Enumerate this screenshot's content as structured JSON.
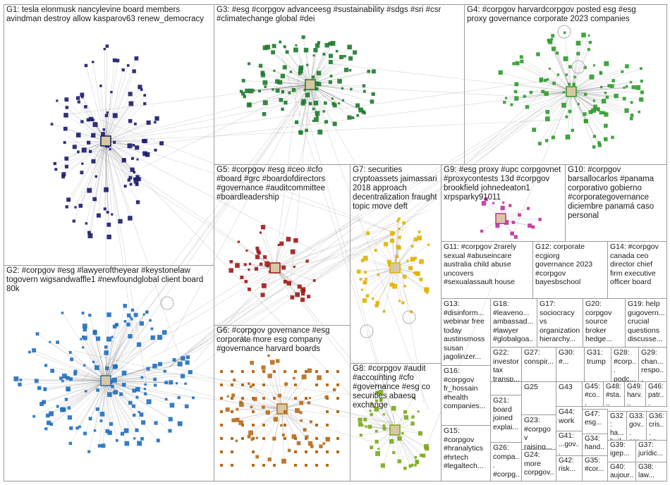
{
  "groups": [
    {
      "id": "g1",
      "label": "G1: tesla elonmusk nancylevine board members\navindman destroy allow kasparov63 renew_democracy"
    },
    {
      "id": "g3",
      "label": "G3: #esg #corpgov advanceesg #sustainability #sdgs #sri #csr\n#climatechange global #dei"
    },
    {
      "id": "g4",
      "label": "G4: #corpgov harvardcorpgov posted esg #esg\nproxy governance corporate 2023 companies"
    },
    {
      "id": "g5",
      "label": "G5: #corpgov #esg #ceo #cfo\n#board #grc #boardofdirectors\n#governance #auditcommittee\n#boardleadership"
    },
    {
      "id": "g7",
      "label": "G7: securities\ncryptoassets jaimassari\n2018 approach\ndecentralization fraught\ntopic move deft"
    },
    {
      "id": "g9",
      "label": "G9: #esg proxy #upc corpgovnet\n#proxycontests 13d #corpgov\nbrookfield johnedeaton1\nxrpsparky91011"
    },
    {
      "id": "g10",
      "label": "G10: #corpgov\nbarsallocarlos #panama\ncorporativo gobierno\n#corporategovernance\ndiciembre panamá caso\npersonal"
    },
    {
      "id": "g2",
      "label": "G2: #corpgov #esg #lawyeroftheyear #keystonelaw\ntogovern wigsandwaffle1 #newfoundglobal client board\n80k"
    },
    {
      "id": "g6",
      "label": "G6: #corpgov governance #esg\ncorporate more esg company\n#governance harvard boards"
    },
    {
      "id": "g11",
      "label": "G11: #corpgov 2rarely\nsexual #abuseincare\naustralia child abuse\nuncovers\n#sexualassault house"
    },
    {
      "id": "g12",
      "label": "G12: corporate\necgiorg\ngovernance 2023\n#corpgov\nbayesbschool"
    },
    {
      "id": "g14",
      "label": "G14: #corpgov\ncanada ceo\ndirector chief\nfirm executive\nofficer board"
    },
    {
      "id": "g13",
      "label": "G13:\n#disinform...\nwebinar free\ntoday\naustinsmoss\nsusan\njagolinzer..."
    },
    {
      "id": "g18",
      "label": "G18:\n#leaveno...\nambassad...\n#lawyer\n#globalgoa..."
    },
    {
      "id": "g17",
      "label": "G17:\nsociocracy\nvs\norganization\nhierarchy..."
    },
    {
      "id": "g20",
      "label": "G20:\ncorpgov\nsource\nbroker\nhedge..."
    },
    {
      "id": "g19",
      "label": "G19: help\ngugovern...\ncrucial\nquestions\ndiscusse..."
    },
    {
      "id": "g22",
      "label": "G22:\ninvestor\ntax\ntransp..."
    },
    {
      "id": "g27",
      "label": "G27:\nconspir..."
    },
    {
      "id": "g30",
      "label": "G30:\n#..."
    },
    {
      "id": "g31",
      "label": "G31:\ntrump"
    },
    {
      "id": "g28",
      "label": "G28:\n#corp...\npodc..."
    },
    {
      "id": "g29",
      "label": "G29:\nchan...\nrespo..."
    },
    {
      "id": "g16",
      "label": "G16:\n#corpgov\nfr_hossain\n#health\ncompanies..."
    },
    {
      "id": "g25",
      "label": "G25"
    },
    {
      "id": "g43",
      "label": "G43"
    },
    {
      "id": "g45",
      "label": "G45:\n#co..."
    },
    {
      "id": "g48",
      "label": "G48:\n#sta..."
    },
    {
      "id": "g49",
      "label": "G49:\nharv..."
    },
    {
      "id": "g46",
      "label": "G46:\npatr..."
    },
    {
      "id": "g21",
      "label": "G21:\nboard\njoined\nexplai..."
    },
    {
      "id": "g44",
      "label": "G44:\nwork"
    },
    {
      "id": "g47",
      "label": "G47:\nesg..."
    },
    {
      "id": "g32",
      "label": "G32:\nha...\nbuil..."
    },
    {
      "id": "g33",
      "label": "G33:\ngov...\ncor..."
    },
    {
      "id": "g36",
      "label": "G36:\ncris...\nco..."
    },
    {
      "id": "g15",
      "label": "G15:\n#corpgov\n#hranalytics\n#hrtech\n#legaltech..."
    },
    {
      "id": "g23",
      "label": "G23:\n#corpgov\nraising..."
    },
    {
      "id": "g41",
      "label": "G41:\n...gov..."
    },
    {
      "id": "g34",
      "label": "G34:\nhand..."
    },
    {
      "id": "g39",
      "label": "G39:\nigep..."
    },
    {
      "id": "g37",
      "label": "G37:\njurídic..."
    },
    {
      "id": "g26",
      "label": "G26:\ncompa...\n#corpg..."
    },
    {
      "id": "g24",
      "label": "G24:\nmore\ncorpgov..."
    },
    {
      "id": "g42",
      "label": "G42:\nrisk..."
    },
    {
      "id": "g35",
      "label": "G35:\n#cor..."
    },
    {
      "id": "g40",
      "label": "G40:\naujour..."
    },
    {
      "id": "g38",
      "label": "G38:\nlaw..."
    },
    {
      "id": "g8",
      "label": "G8: #corpgov #audit\n#accounting #cfo\n#governance #esg co\nsecurities abaesq\nexchange"
    }
  ],
  "colors": {
    "g1": "#1a1a6e",
    "g2": "#1f6fbf",
    "g3": "#1e7a2e",
    "g4": "#2e9b2e",
    "g5": "#a01818",
    "g6": "#b86a1a",
    "g7": "#e0b400",
    "g8": "#7aaa1a",
    "g9": "#c030a0",
    "g10": "#666666",
    "edge": "#888888"
  }
}
